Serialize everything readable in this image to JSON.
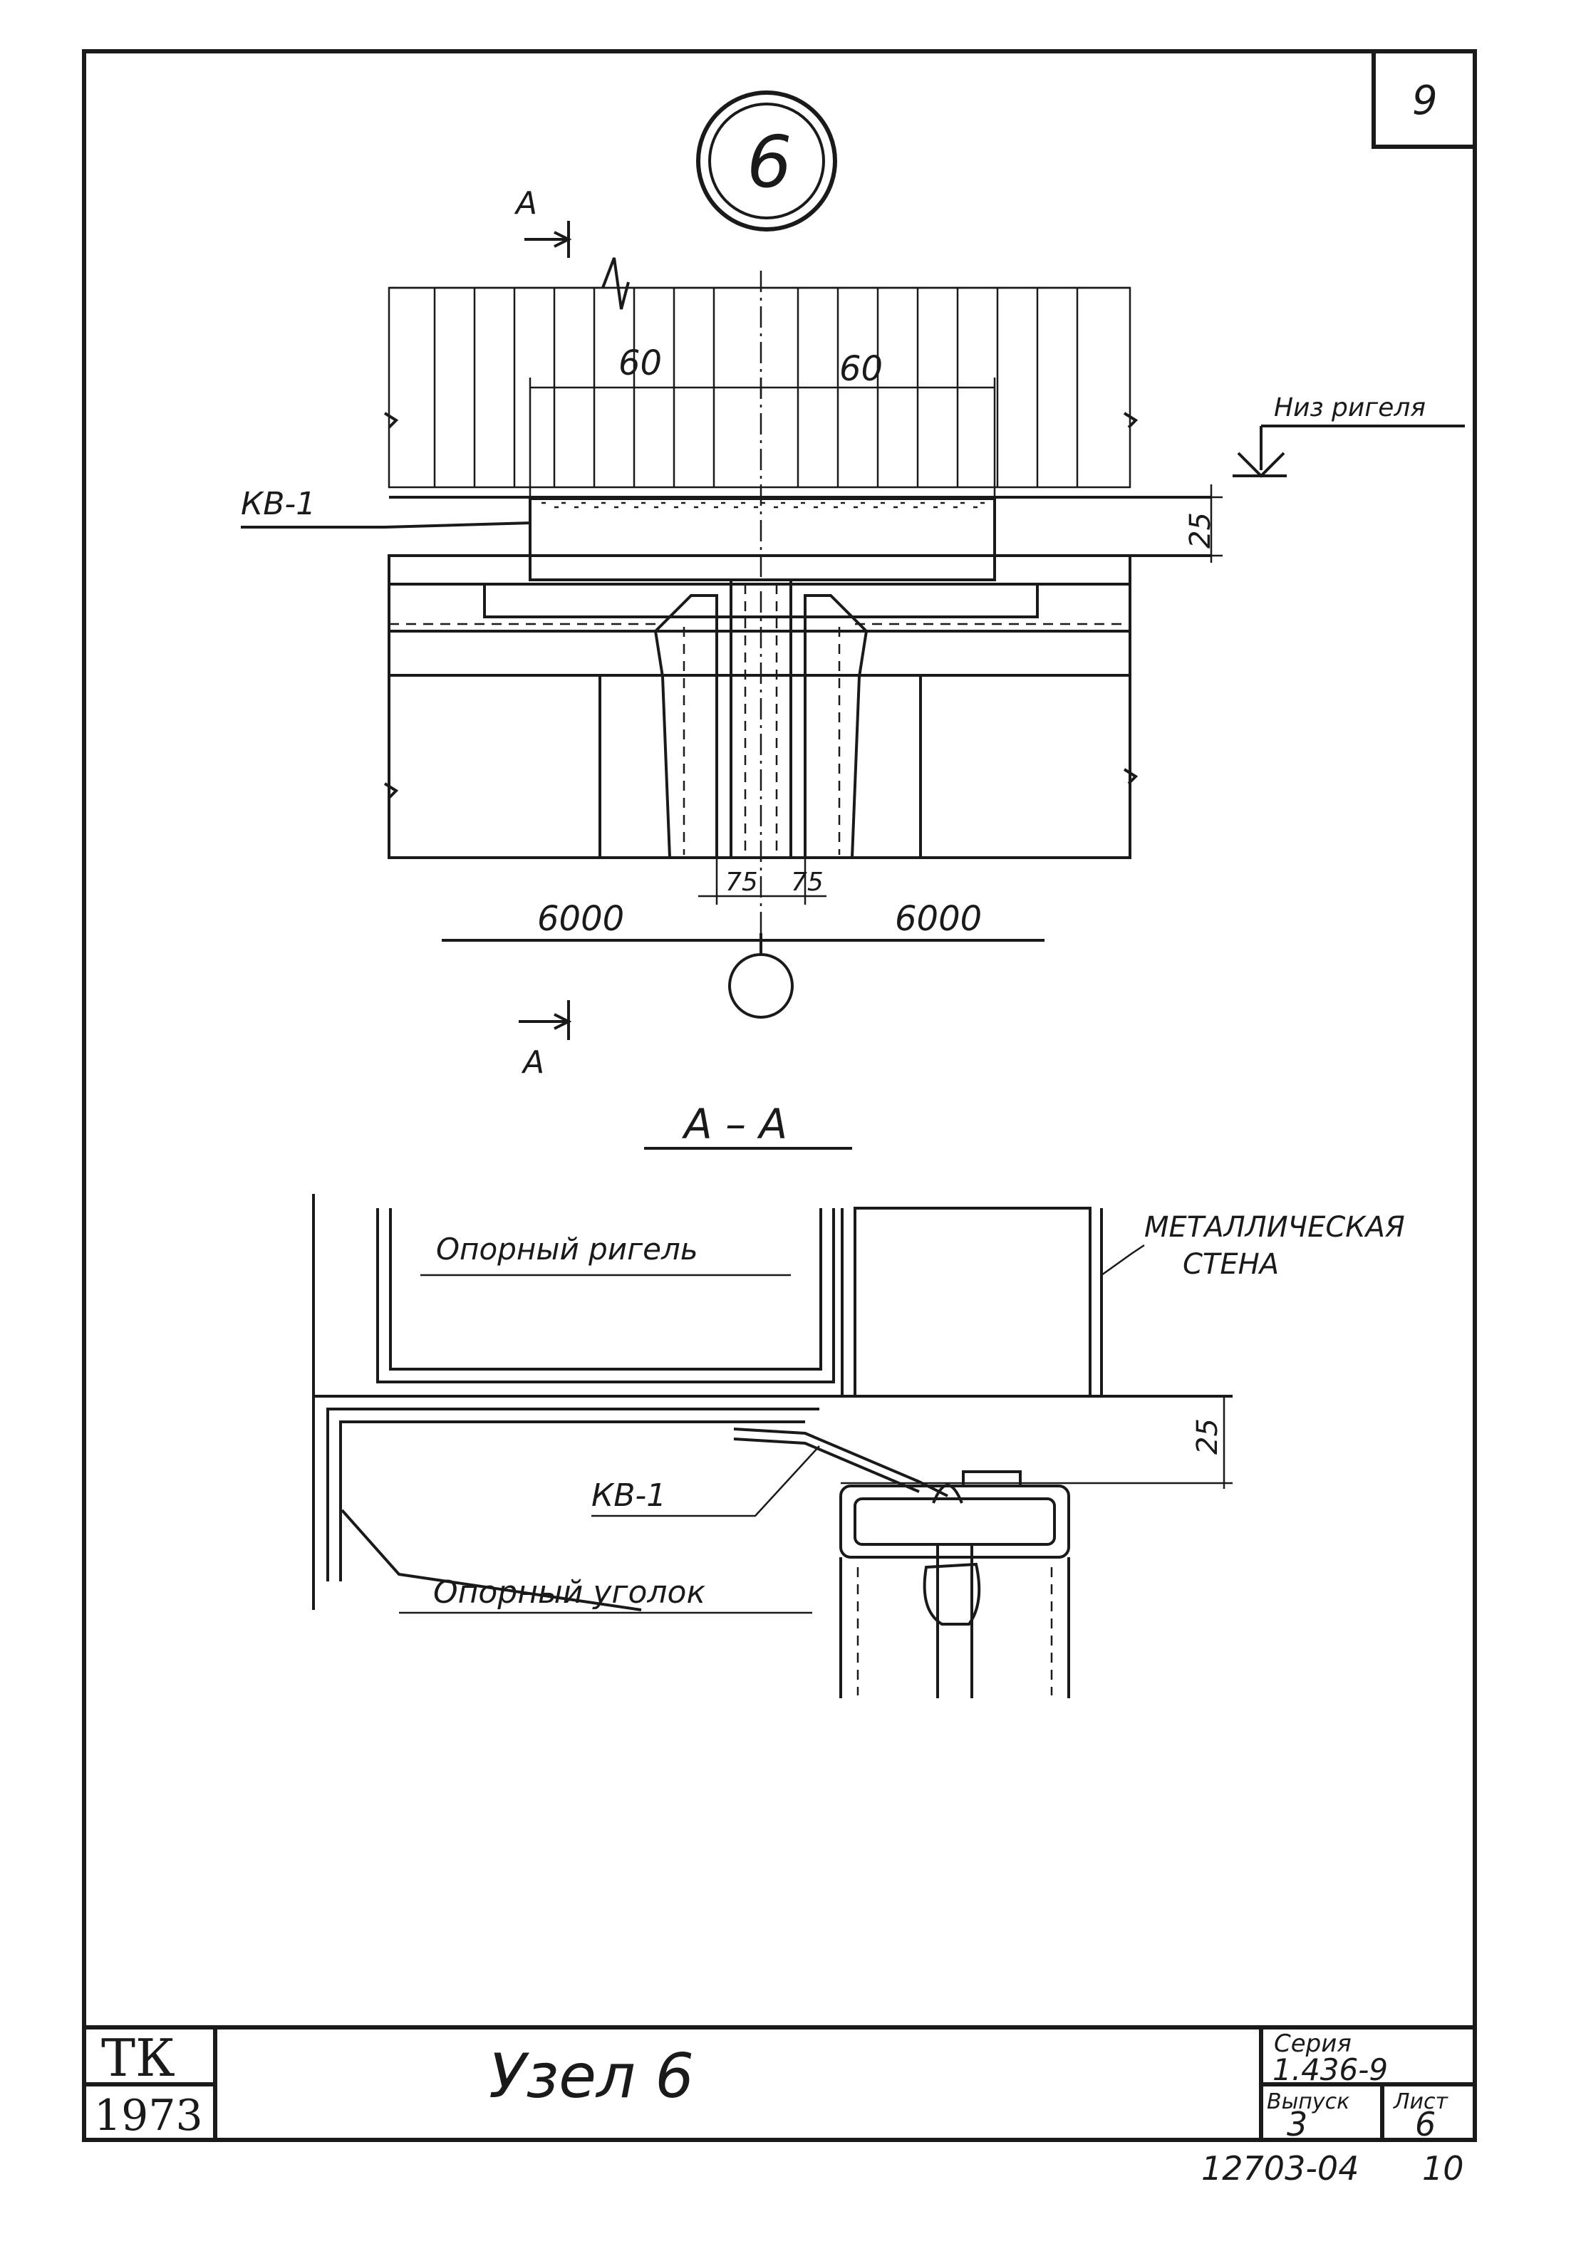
{
  "sheet": {
    "page_number": "9",
    "node_marker": "6",
    "section_marker_top": "А",
    "section_marker_bottom": "А",
    "axis_circle_label": ""
  },
  "plan_view": {
    "dim_left_60": "60",
    "dim_right_60": "60",
    "dim_25": "25",
    "label_kv1": "КВ-1",
    "label_riegel_bottom": "Низ ригеля",
    "dim_75_left": "75",
    "dim_75_right": "75",
    "dim_6000_left": "6000",
    "dim_6000_right": "6000"
  },
  "section_view": {
    "title": "А – А",
    "label_support_beam": "Опорный ригель",
    "label_metal_wall_1": "МЕТАЛЛИЧЕСКАЯ",
    "label_metal_wall_2": "СТЕНА",
    "label_kv1": "КВ-1",
    "label_support_angle": "Опорный уголок",
    "dim_25": "25"
  },
  "title_block": {
    "org_top": "ТК",
    "org_year": "1973",
    "title": "Узел 6",
    "series_label": "Серия",
    "series_value": "1.436-9",
    "issue_label": "Выпуск",
    "sheet_label": "Лист",
    "issue_value": "3",
    "sheet_value": "6",
    "archive_number": "12703-04",
    "archive_page": "10"
  }
}
